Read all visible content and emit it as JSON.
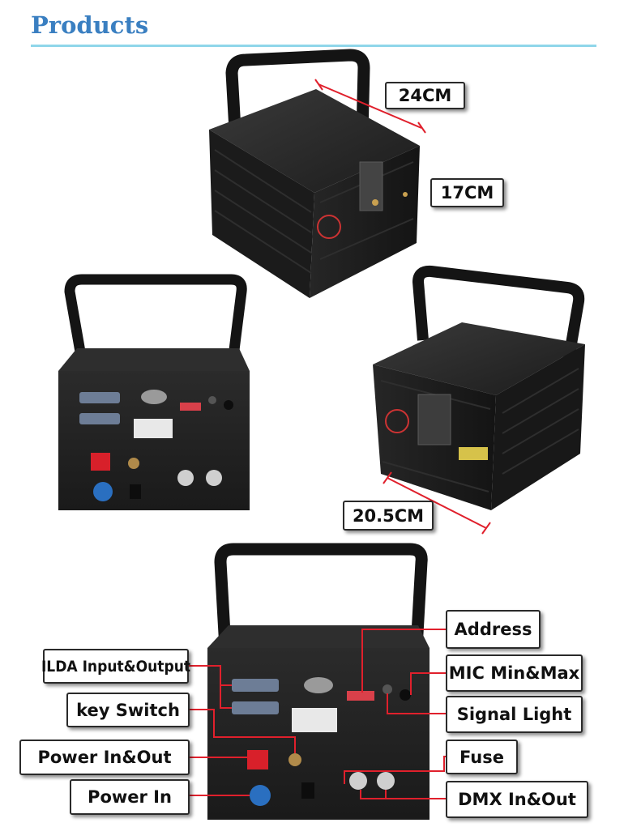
{
  "heading": "Products",
  "dimensions": {
    "width": "24CM",
    "height": "17CM",
    "depth": "20.5CM"
  },
  "callouts": {
    "address": "Address",
    "mic": "MIC Min&Max",
    "signal": "Signal Light",
    "fuse": "Fuse",
    "dmx": "DMX In&Out",
    "ilda": "ILDA Input&Output",
    "key_switch": "key Switch",
    "power_in_out": "Power In&Out",
    "power_in": "Power In"
  },
  "colors": {
    "heading": "#3a7fc1",
    "rule": "#8fd6ea",
    "leader": "#e0202c",
    "housing": "#1e1e1e"
  },
  "icons": [
    "laser-projector",
    "red-power-switch",
    "blue-power-connector",
    "xlr-dmx-port",
    "ilda-db25-port",
    "dip-switch"
  ]
}
